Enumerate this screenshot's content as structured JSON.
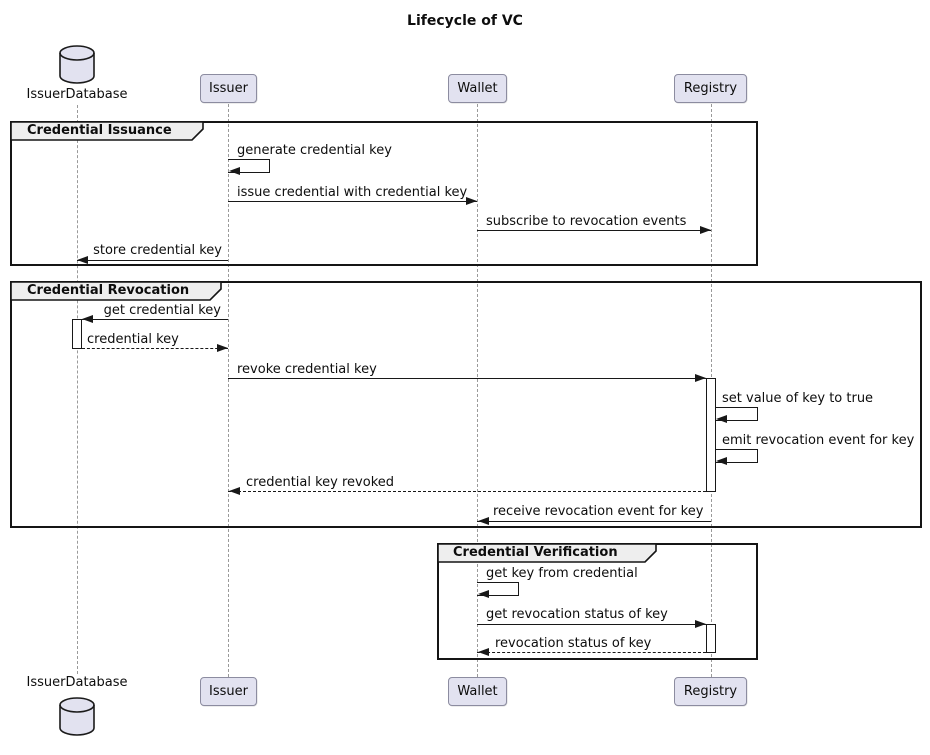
{
  "title": "Lifecycle of VC",
  "participants": {
    "issuer_database": {
      "name": "IssuerDatabase",
      "type": "database"
    },
    "issuer": {
      "name": "Issuer",
      "type": "participant"
    },
    "wallet": {
      "name": "Wallet",
      "type": "participant"
    },
    "registry": {
      "name": "Registry",
      "type": "participant"
    }
  },
  "frames": {
    "issuance": {
      "label": "Credential Issuance"
    },
    "revocation": {
      "label": "Credential Revocation"
    },
    "verification": {
      "label": "Credential Verification"
    }
  },
  "messages": {
    "generate": {
      "label": "generate credential key",
      "from": "Issuer",
      "to": "Issuer",
      "line": "solid"
    },
    "issue": {
      "label": "issue credential with credential key",
      "from": "Issuer",
      "to": "Wallet",
      "line": "solid"
    },
    "subscribe": {
      "label": "subscribe to revocation events",
      "from": "Wallet",
      "to": "Registry",
      "line": "solid"
    },
    "store": {
      "label": "store credential key",
      "from": "Issuer",
      "to": "IssuerDatabase",
      "line": "solid"
    },
    "get_key": {
      "label": "get credential key",
      "from": "Issuer",
      "to": "IssuerDatabase",
      "line": "solid"
    },
    "return_key": {
      "label": "credential key",
      "from": "IssuerDatabase",
      "to": "Issuer",
      "line": "dashed"
    },
    "revoke": {
      "label": "revoke credential key",
      "from": "Issuer",
      "to": "Registry",
      "line": "solid"
    },
    "set_value": {
      "label": "set value of key to true",
      "from": "Registry",
      "to": "Registry",
      "line": "solid"
    },
    "emit": {
      "label": "emit revocation event for key",
      "from": "Registry",
      "to": "Registry",
      "line": "solid"
    },
    "revoked": {
      "label": "credential key revoked",
      "from": "Registry",
      "to": "Issuer",
      "line": "dashed"
    },
    "receive": {
      "label": "receive revocation event for key",
      "from": "Registry",
      "to": "Wallet",
      "line": "solid"
    },
    "get_key_from_cred": {
      "label": "get key from credential",
      "from": "Wallet",
      "to": "Wallet",
      "line": "solid"
    },
    "get_status": {
      "label": "get revocation status of key",
      "from": "Wallet",
      "to": "Registry",
      "line": "solid"
    },
    "return_status": {
      "label": "revocation status of key",
      "from": "Registry",
      "to": "Wallet",
      "line": "dashed"
    }
  },
  "colors": {
    "participant_fill": "#E2E2F0",
    "participant_border": "#8c8ca0",
    "frame_border": "#151515",
    "frame_header_fill": "#EEEEEE",
    "lifeline": "#9a9a9a",
    "arrow": "#181818",
    "background": "#ffffff"
  }
}
